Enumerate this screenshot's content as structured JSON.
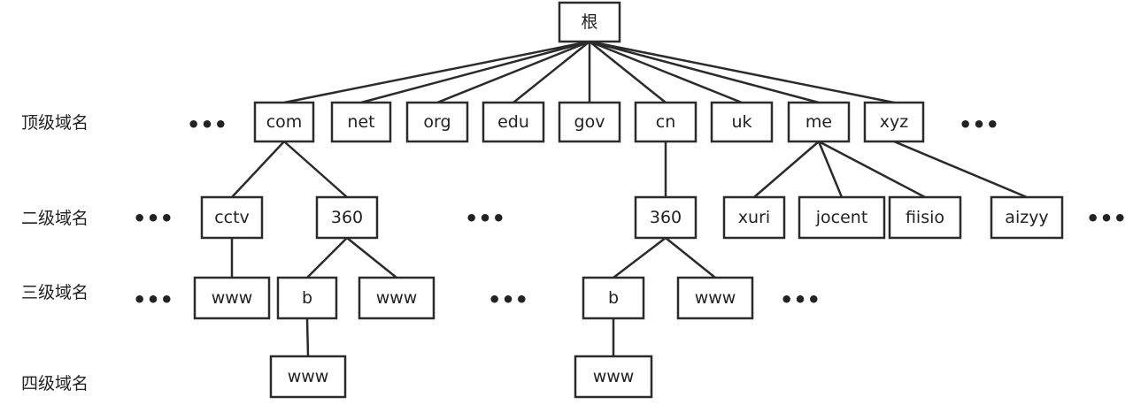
{
  "levels": [
    {
      "id": "tld",
      "label": "顶级域名"
    },
    {
      "id": "second",
      "label": "二级域名"
    },
    {
      "id": "third",
      "label": "三级域名"
    },
    {
      "id": "fourth",
      "label": "四级域名"
    }
  ],
  "ellipsis": "•••",
  "nodes": [
    {
      "id": "root",
      "label": "根"
    },
    {
      "id": "com",
      "label": "com"
    },
    {
      "id": "net",
      "label": "net"
    },
    {
      "id": "org",
      "label": "org"
    },
    {
      "id": "edu",
      "label": "edu"
    },
    {
      "id": "gov",
      "label": "gov"
    },
    {
      "id": "cn",
      "label": "cn"
    },
    {
      "id": "uk",
      "label": "uk"
    },
    {
      "id": "me",
      "label": "me"
    },
    {
      "id": "xyz",
      "label": "xyz"
    },
    {
      "id": "cctv",
      "label": "cctv"
    },
    {
      "id": "s360a",
      "label": "360"
    },
    {
      "id": "s360b",
      "label": "360"
    },
    {
      "id": "xuri",
      "label": "xuri"
    },
    {
      "id": "jocent",
      "label": "jocent"
    },
    {
      "id": "fiisio",
      "label": "fiisio"
    },
    {
      "id": "aizyy",
      "label": "aizyy"
    },
    {
      "id": "www1",
      "label": "www"
    },
    {
      "id": "b1",
      "label": "b"
    },
    {
      "id": "www2",
      "label": "www"
    },
    {
      "id": "b2",
      "label": "b"
    },
    {
      "id": "www3",
      "label": "www"
    },
    {
      "id": "www4",
      "label": "www"
    },
    {
      "id": "www5",
      "label": "www"
    }
  ],
  "edges": [
    [
      "root",
      "com"
    ],
    [
      "root",
      "net"
    ],
    [
      "root",
      "org"
    ],
    [
      "root",
      "edu"
    ],
    [
      "root",
      "gov"
    ],
    [
      "root",
      "cn"
    ],
    [
      "root",
      "uk"
    ],
    [
      "root",
      "me"
    ],
    [
      "root",
      "xyz"
    ],
    [
      "com",
      "cctv"
    ],
    [
      "com",
      "s360a"
    ],
    [
      "cn",
      "s360b"
    ],
    [
      "me",
      "xuri"
    ],
    [
      "me",
      "jocent"
    ],
    [
      "me",
      "fiisio"
    ],
    [
      "xyz",
      "aizyy"
    ],
    [
      "cctv",
      "www1"
    ],
    [
      "s360a",
      "b1"
    ],
    [
      "s360a",
      "www2"
    ],
    [
      "s360b",
      "b2"
    ],
    [
      "s360b",
      "www3"
    ],
    [
      "b1",
      "www4"
    ],
    [
      "b2",
      "www5"
    ]
  ]
}
